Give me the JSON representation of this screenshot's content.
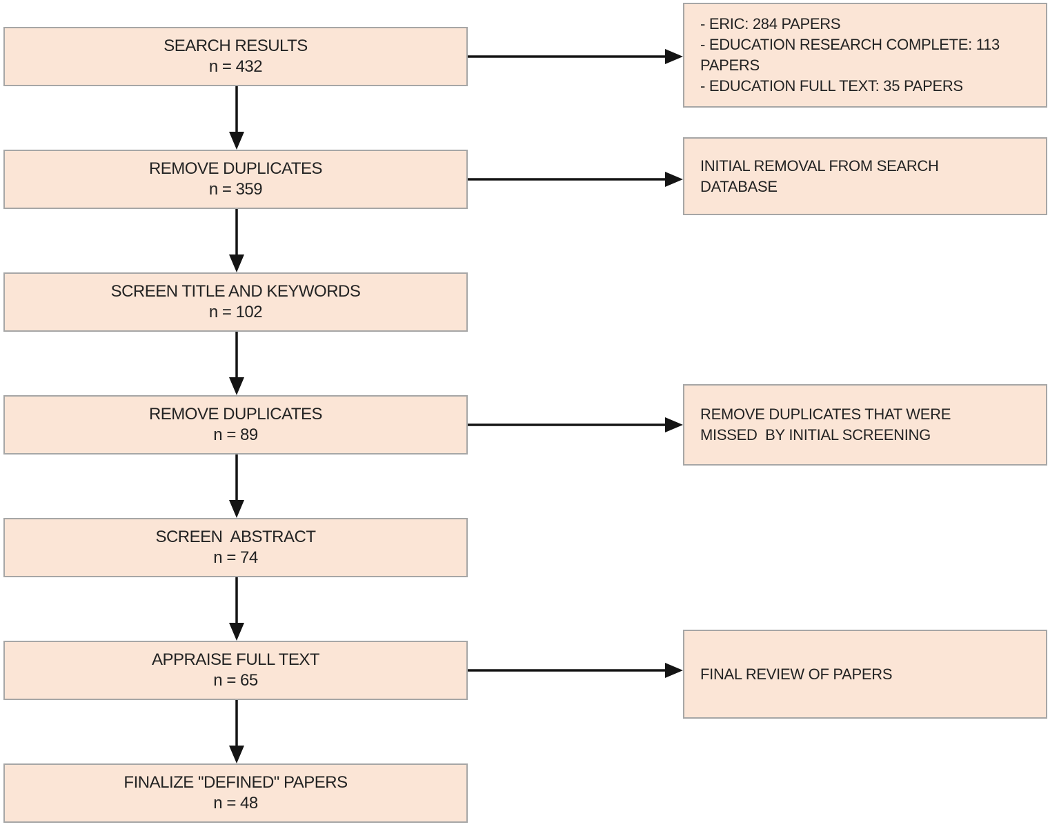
{
  "diagram_title": "paper-screening-flowchart",
  "colors": {
    "box_fill": "#fbe5d6",
    "box_border": "#a6a6a6",
    "arrow_color": "#141414",
    "text_color": "#232323",
    "background": "#ffffff"
  },
  "flowchart": {
    "steps": [
      {
        "label": "SEARCH RESULTS",
        "count": "n = 432"
      },
      {
        "label": "REMOVE DUPLICATES",
        "count": "n = 359"
      },
      {
        "label": "SCREEN TITLE AND KEYWORDS",
        "count": "n = 102"
      },
      {
        "label": "REMOVE DUPLICATES",
        "count": "n = 89"
      },
      {
        "label": "SCREEN  ABSTRACT",
        "count": "n = 74"
      },
      {
        "label": "APPRAISE FULL TEXT",
        "count": "n = 65"
      },
      {
        "label": "FINALIZE \"DEFINED\" PAPERS",
        "count": "n = 48"
      }
    ],
    "side_notes": [
      {
        "attached_to_step": 1,
        "text": "- ERIC: 284 PAPERS\n- EDUCATION RESEARCH COMPLETE: 113 PAPERS\n- EDUCATION FULL TEXT: 35 PAPERS"
      },
      {
        "attached_to_step": 2,
        "text": "INITIAL REMOVAL FROM SEARCH\nDATABASE"
      },
      {
        "attached_to_step": 4,
        "text": "REMOVE DUPLICATES THAT WERE\nMISSED  BY INITIAL SCREENING"
      },
      {
        "attached_to_step": 6,
        "text": "FINAL REVIEW OF PAPERS"
      }
    ],
    "flow_connections": "each step flows down to the next; steps 1, 2, 4 and 6 also point right to their side note"
  }
}
